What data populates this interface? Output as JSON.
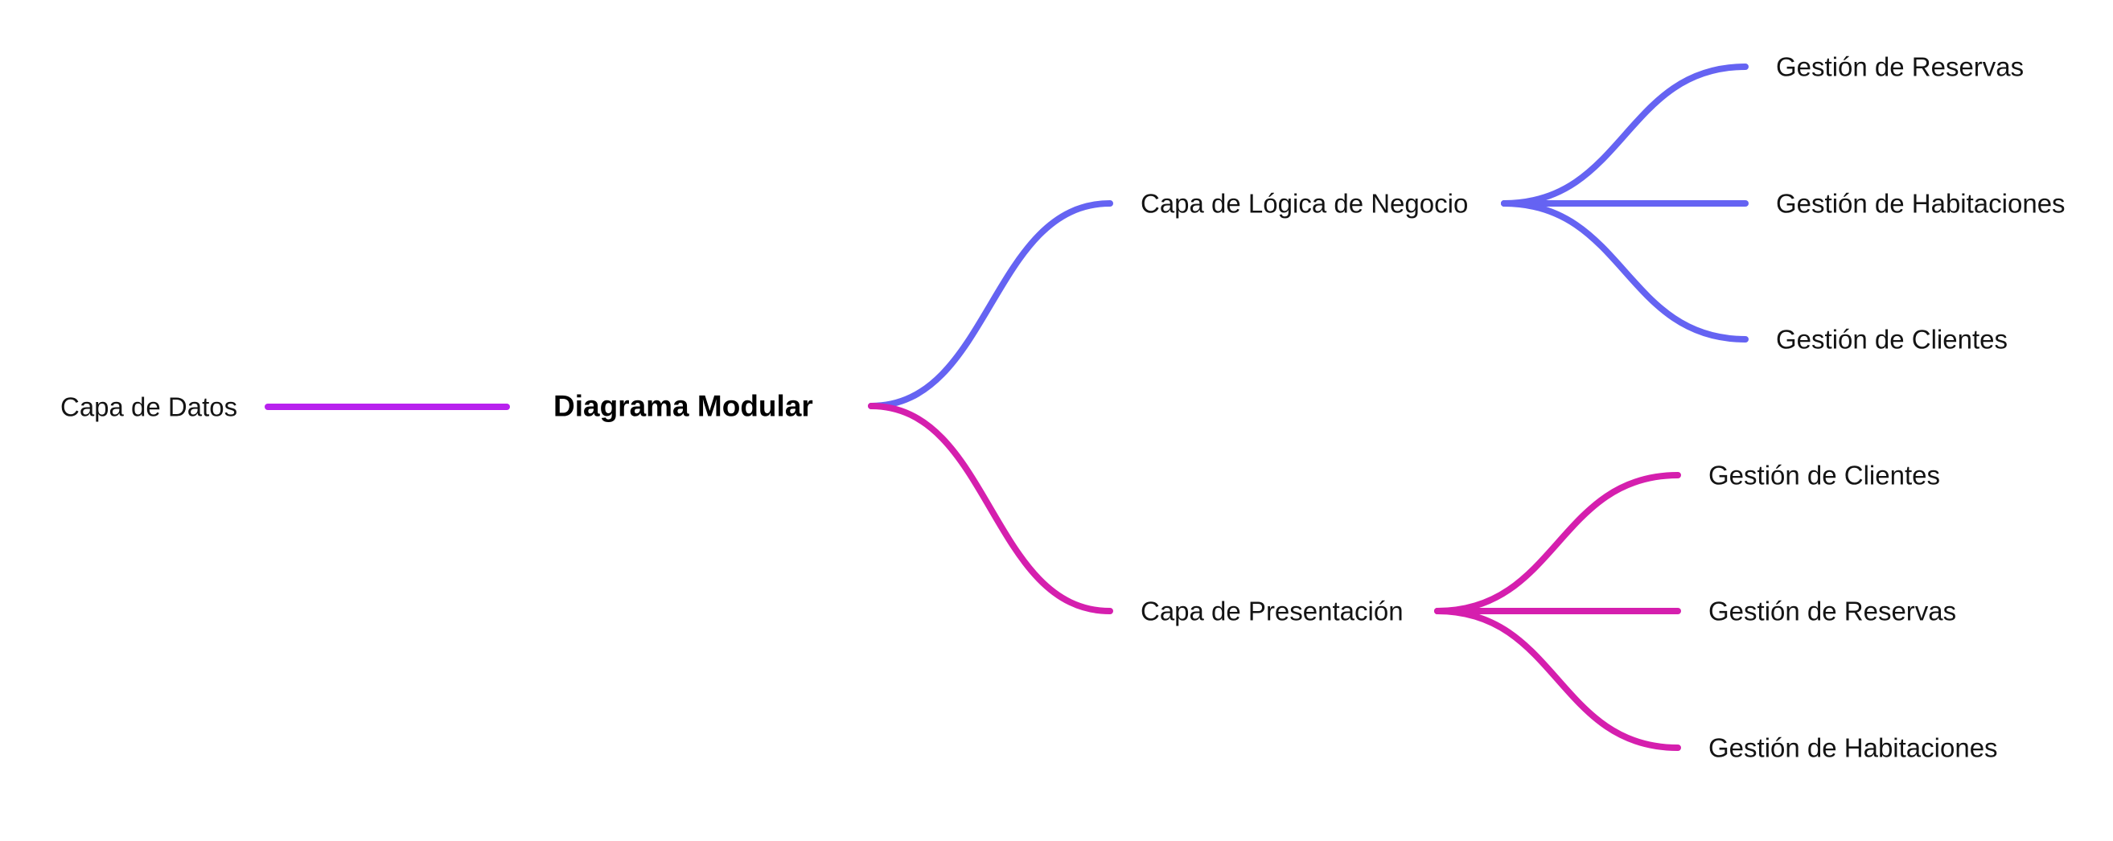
{
  "colors": {
    "background": "#ffffff",
    "violet": "#b822ee",
    "indigo": "#6563f2",
    "magenta": "#d51fae",
    "text": "#141414"
  },
  "mindmap": {
    "root": {
      "label": "Diagrama Modular"
    },
    "left": {
      "label": "Capa de Datos"
    },
    "branches": [
      {
        "label": "Capa de Lógica de Negocio",
        "color_key": "indigo",
        "children": [
          {
            "label": "Gestión de Reservas"
          },
          {
            "label": "Gestión de Habitaciones"
          },
          {
            "label": "Gestión de Clientes"
          }
        ]
      },
      {
        "label": "Capa de Presentación",
        "color_key": "magenta",
        "children": [
          {
            "label": "Gestión de Clientes"
          },
          {
            "label": "Gestión de Reservas"
          },
          {
            "label": "Gestión de Habitaciones"
          }
        ]
      }
    ]
  }
}
